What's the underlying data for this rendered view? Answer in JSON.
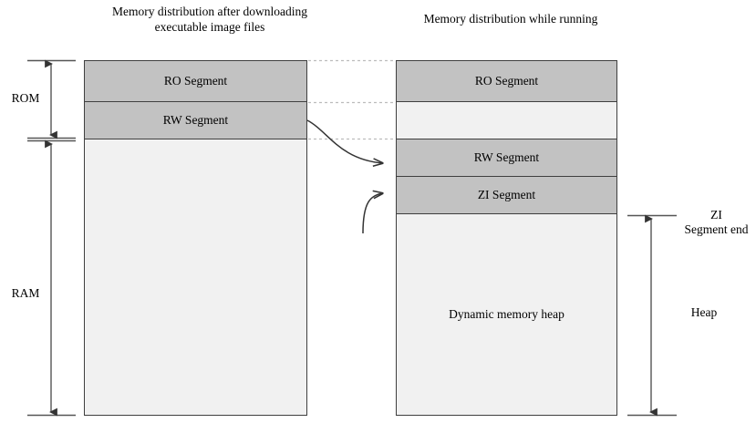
{
  "diagram": {
    "titles": {
      "left": "Memory distribution after downloading executable image files",
      "right": "Memory distribution while running"
    },
    "left_column": {
      "name": "after-download",
      "segments": [
        {
          "key": "ro",
          "label": "RO Segment",
          "fill": "#c2c2c2"
        },
        {
          "key": "rw",
          "label": "RW Segment",
          "fill": "#c2c2c2"
        },
        {
          "key": "free",
          "label": "",
          "fill": "#f1f1f1"
        }
      ]
    },
    "right_column": {
      "name": "while-running",
      "segments": [
        {
          "key": "ro",
          "label": "RO Segment",
          "fill": "#c2c2c2"
        },
        {
          "key": "gap",
          "label": "",
          "fill": "#f1f1f1"
        },
        {
          "key": "rw",
          "label": "RW Segment",
          "fill": "#c2c2c2"
        },
        {
          "key": "zi",
          "label": "ZI Segment",
          "fill": "#c2c2c2"
        },
        {
          "key": "heap",
          "label": "Dynamic memory heap",
          "fill": "#f1f1f1"
        }
      ]
    },
    "left_axis": {
      "rom": "ROM",
      "ram": "RAM"
    },
    "right_axis": {
      "zi_end": "ZI\nSegment end",
      "heap": "Heap"
    },
    "colors": {
      "segment_fill": "#c2c2c2",
      "empty_fill": "#f1f1f1",
      "border": "#3f3f3f",
      "guide": "#b9b9b9",
      "arrow": "#333333"
    }
  }
}
